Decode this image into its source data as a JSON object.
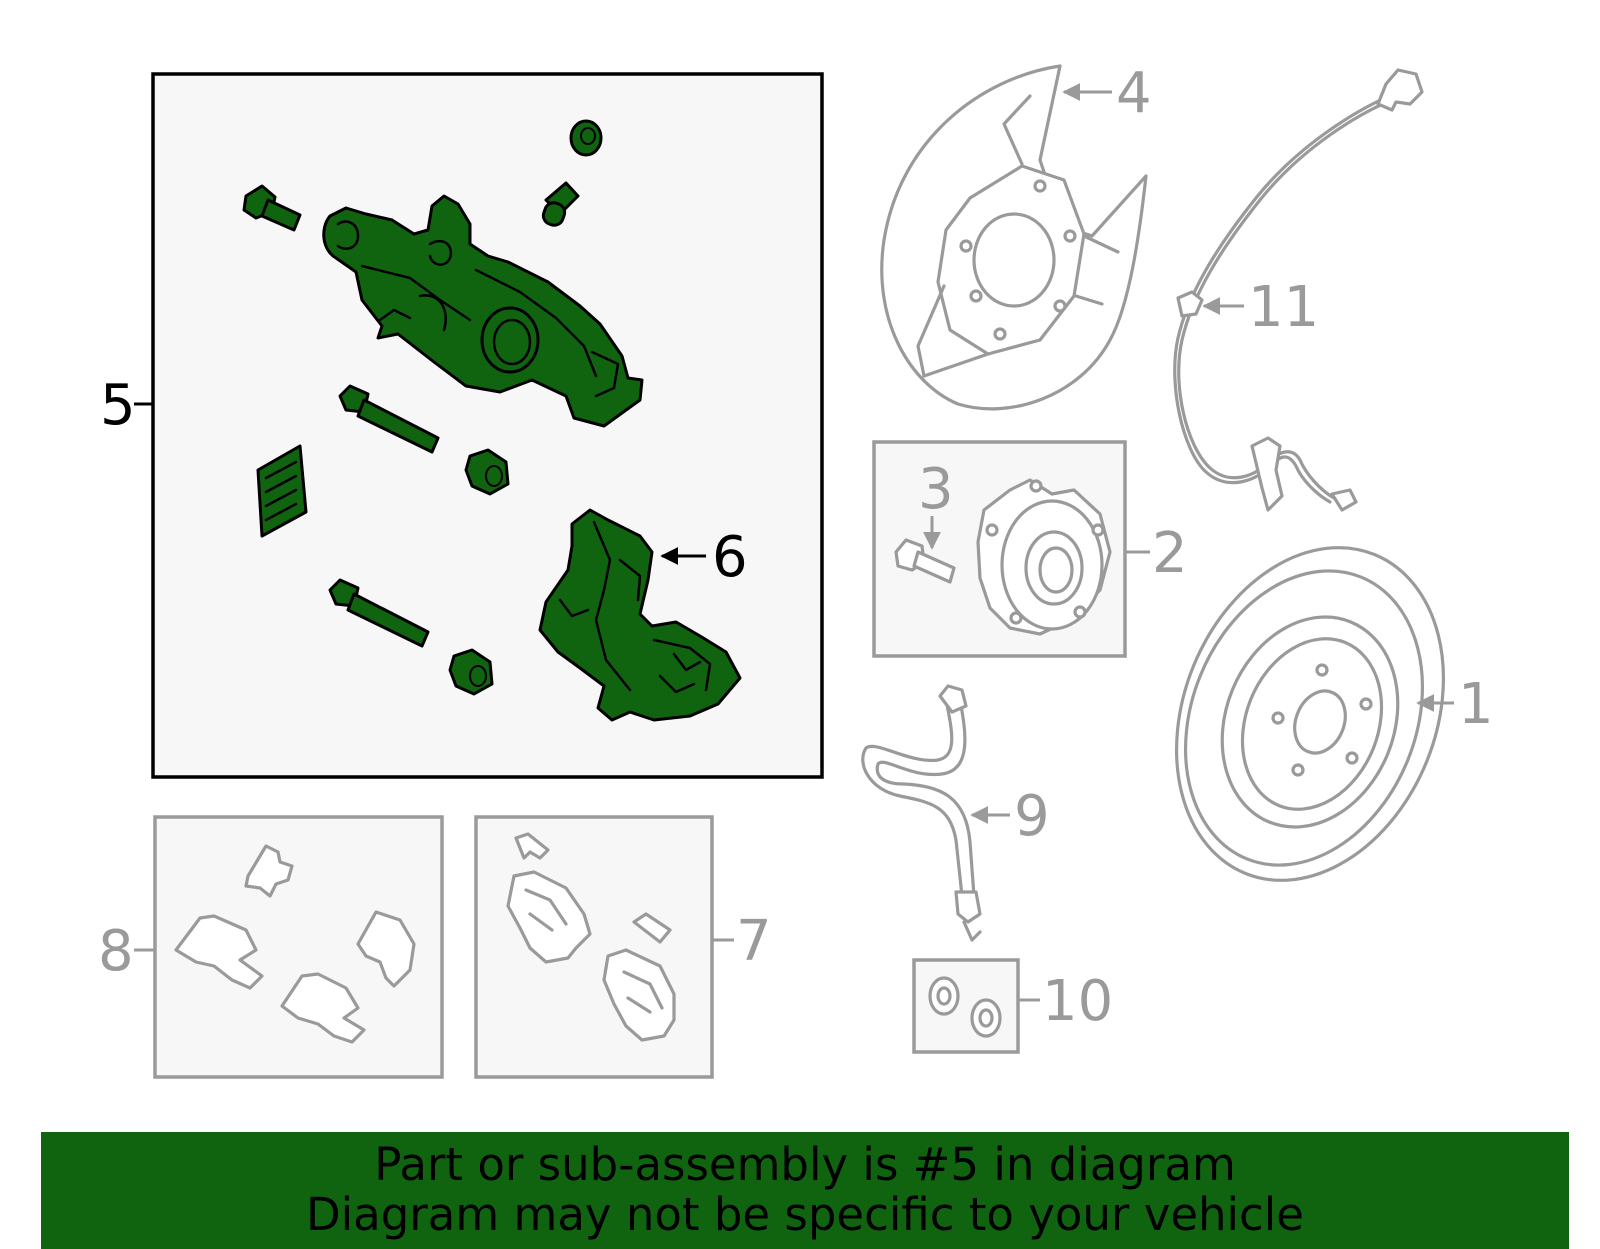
{
  "callouts": {
    "c1": "1",
    "c2": "2",
    "c3": "3",
    "c4": "4",
    "c5": "5",
    "c6": "6",
    "c7": "7",
    "c8": "8",
    "c9": "9",
    "c10": "10",
    "c11": "11"
  },
  "highlight_callout": "5",
  "colors": {
    "highlight_fill": "#106410",
    "outline_gray": "#9a9a9a",
    "panel_bg": "#f7f7f7",
    "banner_bg": "#106410"
  },
  "banner": {
    "line1": "Part or sub-assembly is #5 in diagram",
    "line2": "Diagram may not be specific to your vehicle"
  }
}
